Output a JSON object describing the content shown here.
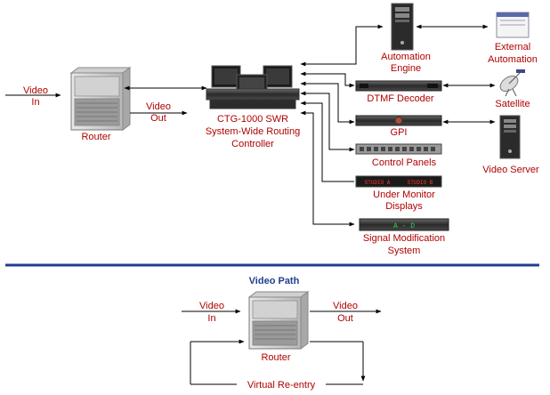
{
  "colors": {
    "label_red": "#b00000",
    "divider_blue": "#1f3f8f",
    "line": "#000000"
  },
  "top": {
    "video_in": [
      "Video",
      "In"
    ],
    "video_out": [
      "Video",
      "Out"
    ],
    "router": "Router",
    "controller": [
      "CTG-1000 SWR",
      "System-Wide Routing",
      "Controller"
    ],
    "automation_engine": [
      "Automation",
      "Engine"
    ],
    "external_automation": [
      "External",
      "Automation"
    ],
    "dtmf_decoder": "DTMF Decoder",
    "satellite": "Satellite",
    "gpi": "GPI",
    "video_server": "Video Server",
    "control_panels": "Control Panels",
    "under_monitor_displays": [
      "Under Monitor",
      "Displays"
    ],
    "umd_screen_text": [
      "STUDIO A",
      "STUDIO B"
    ],
    "signal_modification_system": [
      "Signal Modification",
      "System"
    ],
    "signal_mod_screen_text": "A - D"
  },
  "bottom": {
    "title": "Video Path",
    "video_in": [
      "Video",
      "In"
    ],
    "video_out": [
      "Video",
      "Out"
    ],
    "router": "Router",
    "virtual_reentry": "Virtual Re-entry"
  }
}
